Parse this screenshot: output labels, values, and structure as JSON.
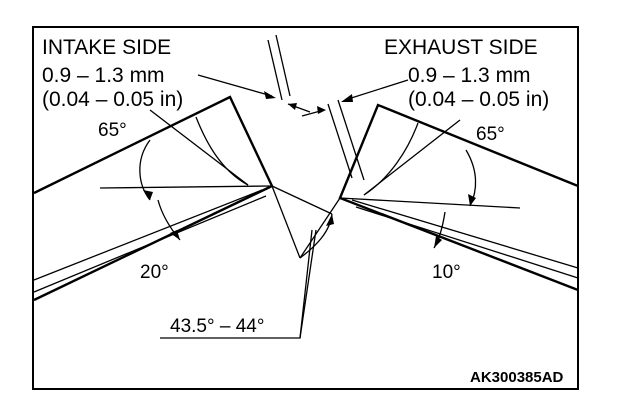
{
  "labels": {
    "intake_side": "INTAKE SIDE",
    "exhaust_side": "EXHAUST SIDE",
    "intake_width_mm": "0.9 – 1.3 mm",
    "intake_width_in": "(0.04 – 0.05 in)",
    "exhaust_width_mm": "0.9 – 1.3 mm",
    "exhaust_width_in": "(0.04 – 0.05 in)",
    "intake_top_angle": "65°",
    "intake_bottom_angle": "20°",
    "exhaust_top_angle": "65°",
    "exhaust_bottom_angle": "10°",
    "face_angle": "43.5° – 44°",
    "figure_code": "AK300385AD"
  }
}
